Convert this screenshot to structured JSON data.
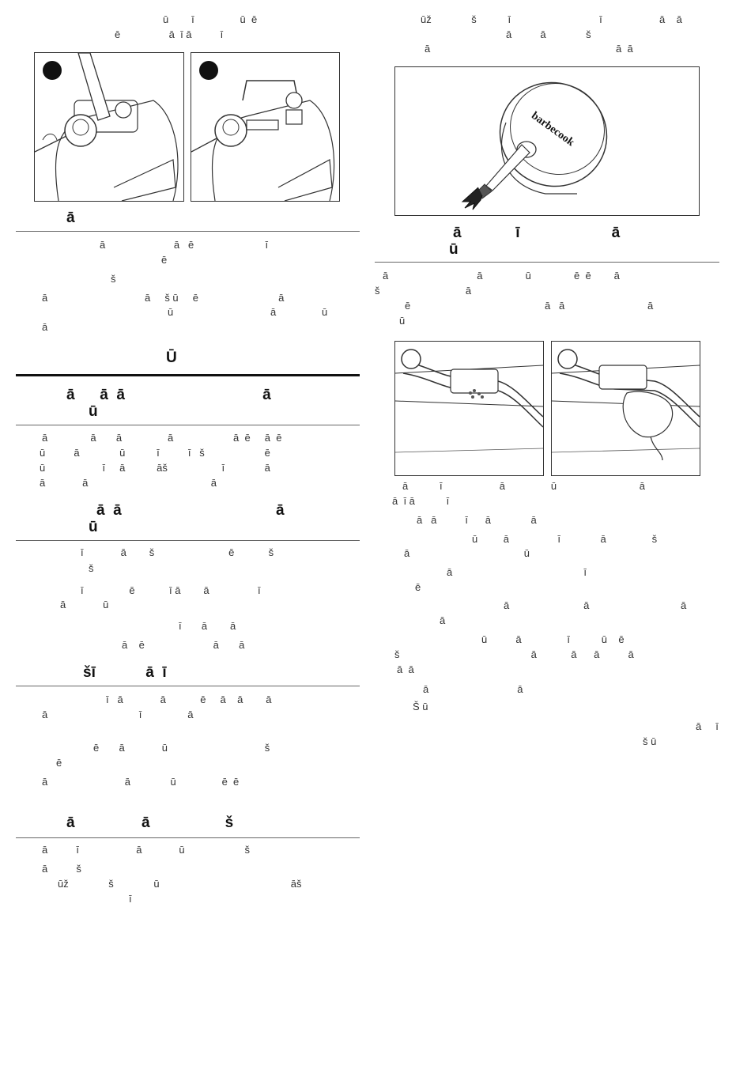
{
  "left": {
    "top_lines": [
      "ū        ī                ū  ē",
      "ē                 ā  ī ā          ī"
    ],
    "h1": "ā",
    "p1": [
      "ā                        ā   ē                         ī",
      "ē",
      "š",
      "ā                                  ā     š ū     ē                            ā",
      "ū                                  ā                ū",
      "ā"
    ],
    "h_center": "Ū",
    "h2": [
      "ā      ā  ā                                 ā",
      "ū"
    ],
    "p2": [
      "ā               ā       ā                ā                     ā  ē     ā  ē",
      "ū          ā              ū           ī          ī   š                     ē",
      "ū                    ī     ā           āš                   ī              ā",
      "ā             ā                                           ā"
    ],
    "h3": [
      "ā  ā                                     ā",
      "ū"
    ],
    "p3": [
      "ī             ā        š                          ē            š",
      "š",
      "ī                ē            ī ā        ā                 ī",
      "ā             ū",
      "ī       ā        ā",
      "ā    ē                        ā       ā"
    ],
    "h4": "šī            ā  ī",
    "p4": [
      "ī   ā             ā            ē     ā    ā        ā",
      "ā                                ī                ā",
      "ē       ā             ū                                  š",
      "ē",
      "ā                           ā              ū                ē  ē"
    ],
    "h5": "ā                ā                  š",
    "p5": [
      "ā          ī                    ā             ū                     š",
      "ā          š",
      "ūž              š              ū                                              āš",
      "ī"
    ]
  },
  "right": {
    "top_lines": [
      "ūž              š           ī                               ī                    ā    ā",
      "ā          ā              š",
      "ā                                                                 ā  ā"
    ],
    "brand": "barbecook",
    "h1": [
      "ā             ī                      ā",
      "ū"
    ],
    "p1": [
      "ā                               ā               ū               ē  ē        ā",
      "š                              ā",
      "ē                                               ā   ā                             ā",
      "ū"
    ],
    "p2": [
      "ā           ī                    ā                ū                             ā",
      "ā  ī ā           ī",
      "ā   ā          ī      ā              ā",
      "ū         ā                 ī              ā                š",
      "ā                                        ū",
      "ā                                              ī",
      "ē",
      "ā                          ā                                ā",
      "ā",
      "ū          ā                ī           ū    ē",
      "š                                              ā            ā      ā          ā",
      "ā  ā",
      "ā                               ā",
      "Š ū",
      "ā     ī",
      "š ū"
    ]
  }
}
